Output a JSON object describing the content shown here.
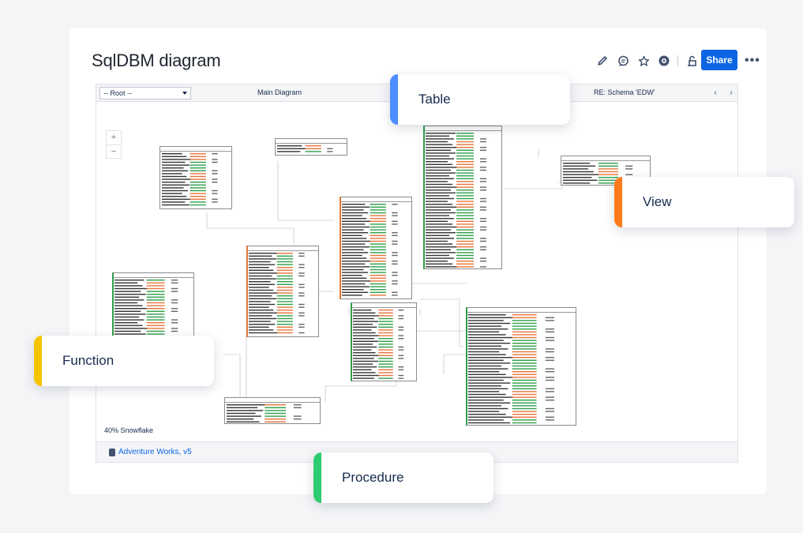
{
  "page": {
    "title": "SqlDBM diagram"
  },
  "toolbar": {
    "share_label": "Share",
    "more_label": "•••"
  },
  "viewer": {
    "root_select_value": "-- Root --",
    "diagram_name": "Main Diagram",
    "schema_label": "RE: Schema 'EDW'",
    "zoom_in": "+",
    "zoom_out": "−",
    "zoom_level_text": "40% Snowflake",
    "project_link": "Adventure Works, v5"
  },
  "chips": {
    "table": "Table",
    "view": "View",
    "function": "Function",
    "procedure": "Procedure"
  },
  "colors": {
    "table": "#4c8dff",
    "view": "#ff7a1a",
    "function": "#f5c400",
    "procedure": "#2ecc71",
    "share": "#0c66e4"
  },
  "icons": [
    "edit-icon",
    "comment-icon",
    "star-icon",
    "watch-icon",
    "restrict-icon",
    "more-icon"
  ]
}
